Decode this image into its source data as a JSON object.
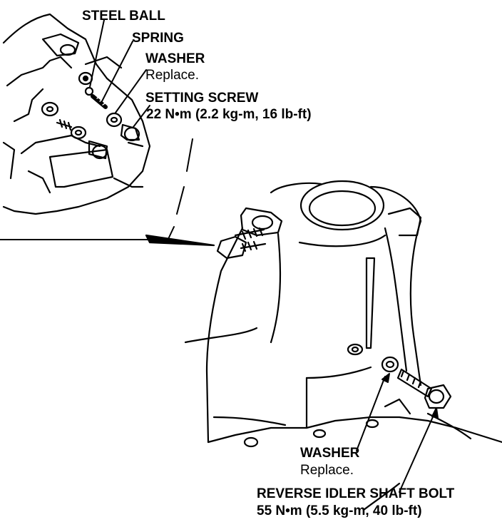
{
  "labels": {
    "steel_ball": "STEEL BALL",
    "spring": "SPRING",
    "washer_top": "WASHER",
    "washer_top_note": "Replace.",
    "setting_screw": "SETTING SCREW",
    "setting_screw_torque": "22 N•m (2.2 kg-m, 16 lb-ft)",
    "washer_bottom": "WASHER",
    "washer_bottom_note": "Replace.",
    "reverse_idler_shaft_bolt": "REVERSE IDLER SHAFT BOLT",
    "reverse_idler_shaft_bolt_torque": "55 N•m (5.5 kg-m, 40 lb-ft)"
  },
  "colors": {
    "ink": "#000000",
    "paper": "#ffffff"
  }
}
